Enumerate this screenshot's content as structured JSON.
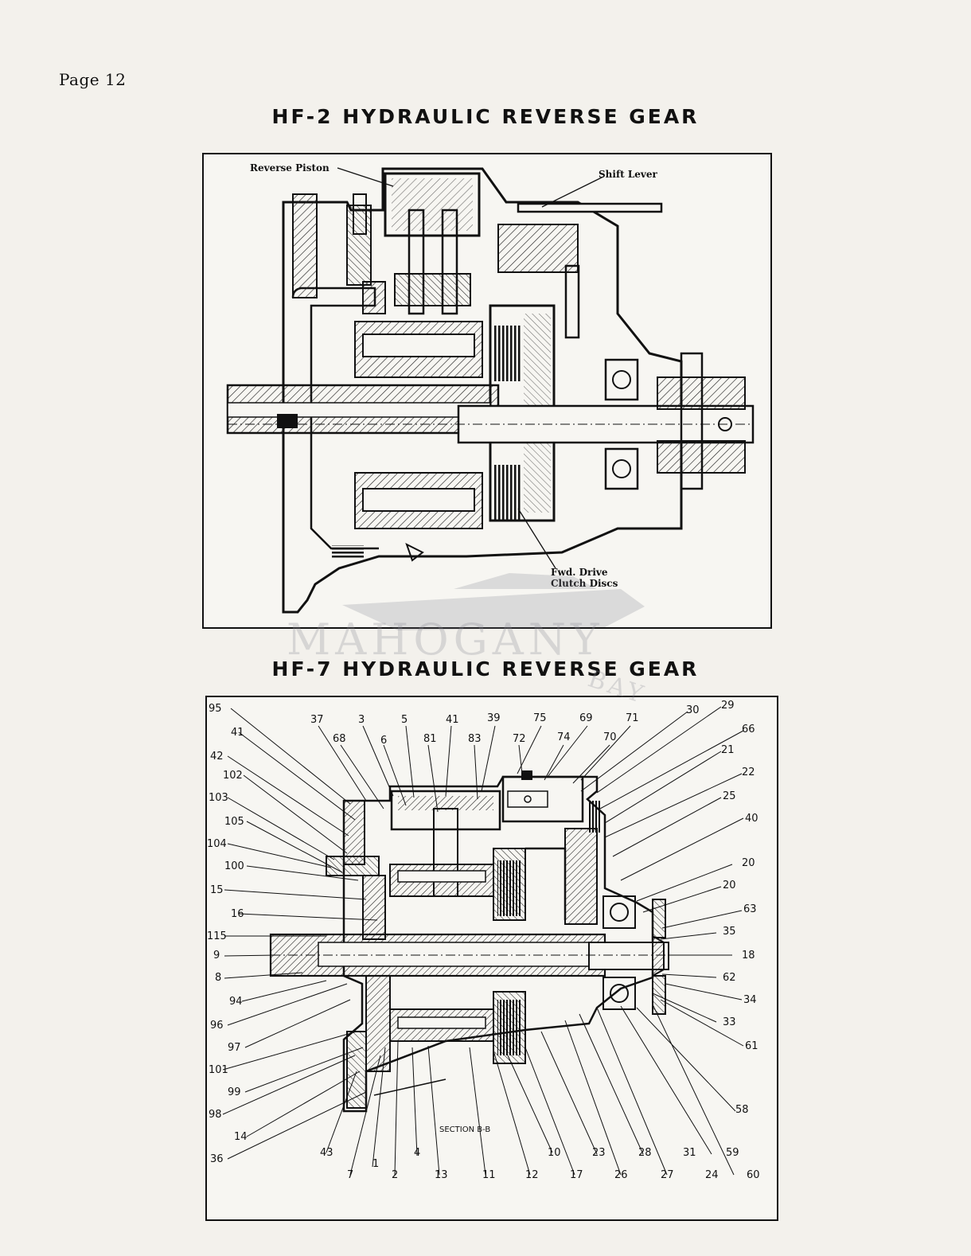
{
  "page": {
    "number_label": "Page 12"
  },
  "titles": {
    "hf2": "HF-2 HYDRAULIC REVERSE GEAR",
    "hf7": "HF-7 HYDRAULIC REVERSE GEAR"
  },
  "hf2": {
    "callouts": {
      "reverse_piston": "Reverse Piston",
      "shift_lever": "Shift Lever",
      "fwd_drive_line1": "Fwd. Drive",
      "fwd_drive_line2": "Clutch Discs"
    }
  },
  "hf7": {
    "section_label": "SECTION B-B",
    "part_numbers": {
      "left": [
        "95",
        "41",
        "42",
        "102",
        "103",
        "105",
        "104",
        "100",
        "15",
        "16",
        "115",
        "9",
        "8",
        "94",
        "96",
        "97",
        "101",
        "99",
        "98",
        "14",
        "36"
      ],
      "top": [
        "37",
        "3",
        "5",
        "41",
        "39",
        "75",
        "69",
        "71",
        "68",
        "6",
        "81",
        "83",
        "72",
        "74",
        "70"
      ],
      "right": [
        "30",
        "29",
        "66",
        "21",
        "22",
        "25",
        "40",
        "20",
        "20",
        "63",
        "35",
        "18",
        "62",
        "34",
        "33",
        "61",
        "58"
      ],
      "bottom_upper": [
        "43",
        "4",
        "10",
        "23",
        "28",
        "31",
        "59"
      ],
      "bottom_lower": [
        "7",
        "2",
        "13",
        "11",
        "12",
        "17",
        "26",
        "27",
        "24",
        "60"
      ],
      "bottom_mid": [
        "1"
      ]
    }
  },
  "watermark": {
    "line1": "MAHOGANY",
    "line2": "BAY"
  }
}
